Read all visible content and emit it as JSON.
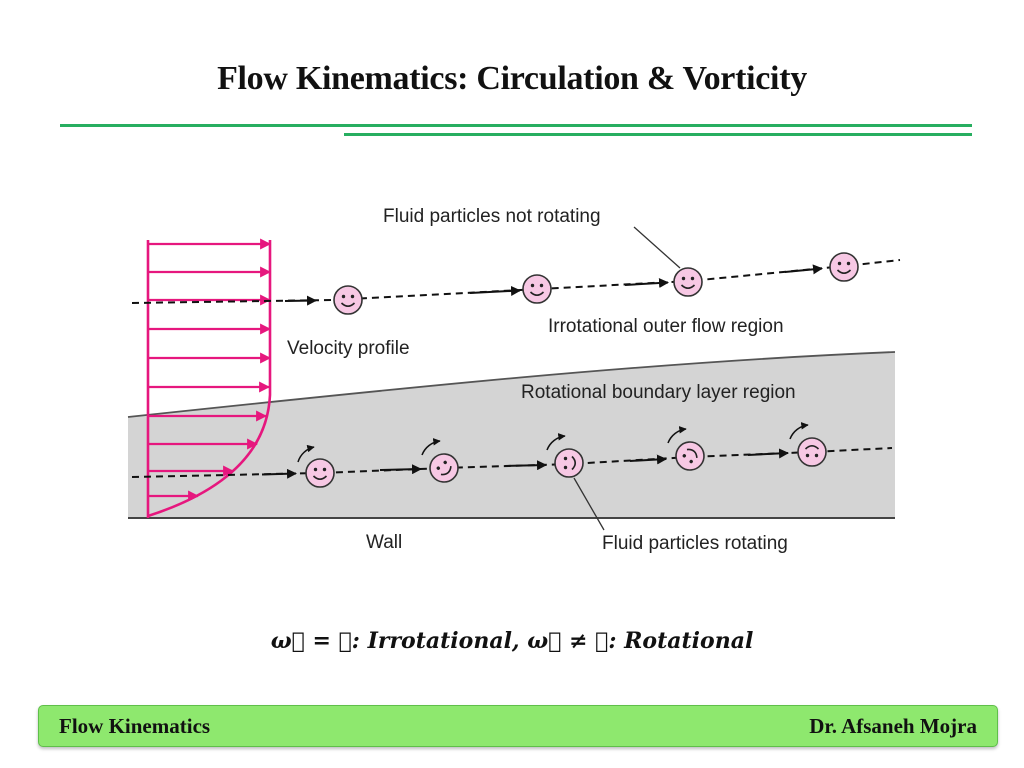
{
  "header": {
    "title": "Flow Kinematics: Circulation & Vorticity"
  },
  "diagram": {
    "labels": {
      "not_rotating": "Fluid particles not rotating",
      "irrotational_region": "Irrotational outer flow region",
      "velocity_profile": "Velocity profile",
      "rotational_region": "Rotational boundary layer region",
      "wall": "Wall",
      "rotating": "Fluid particles rotating"
    },
    "colors": {
      "profile": "#e6177e",
      "particle": "#f7c8e4",
      "boundary_layer": "#d4d4d4"
    }
  },
  "equation": {
    "text": "ω⃗ = 𝟎: Irrotational, ω⃗ ≠ 𝟎: Rotational"
  },
  "footer": {
    "left": "Flow Kinematics",
    "right": "Dr. Afsaneh Mojra"
  }
}
